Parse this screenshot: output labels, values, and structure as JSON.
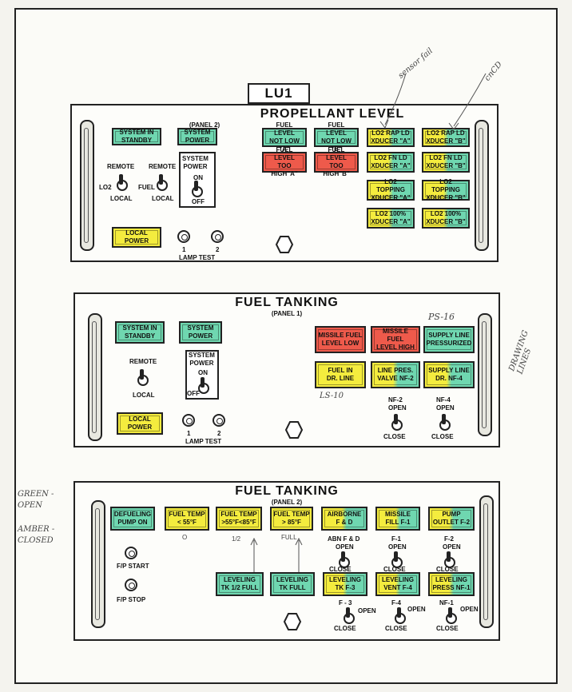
{
  "unit_label": "LU1",
  "panel1": {
    "title": "PROPELLANT LEVEL",
    "subtitle": "(PANEL 2)",
    "lamps": {
      "standby": "SYSTEM IN\nSTANDBY",
      "power": "SYSTEM\nPOWER",
      "fuel_not_low_a": "FUEL LEVEL\nNOT LOW \"A\"",
      "fuel_not_low_b": "FUEL LEVEL\nNOT LOW \"B\"",
      "lo2_rap_a": "LO2 RAP LD\nXDUCER \"A\"",
      "lo2_rap_b": "LO2 RAP LD\nXDUCER \"B\"",
      "fuel_high_a": "FUEL LEVEL\nTOO HIGH\"A\"",
      "fuel_high_b": "FUEL LEVEL\nTOO HIGH\"B\"",
      "lo2_fn_a": "LO2 FN LD\nXDUCER \"A\"",
      "lo2_fn_b": "LO2 FN LD\nXDUCER \"B\"",
      "lo2_top_a": "LO2 TOPPING\nXDUCER \"A\"",
      "lo2_top_b": "LO2 TOPPING\nXDUCER \"B\"",
      "lo2_100_a": "LO2 100%\nXDUCER \"A\"",
      "lo2_100_b": "LO2 100%\nXDUCER \"B\"",
      "local_power": "LOCAL\nPOWER"
    },
    "remote1": "REMOTE",
    "lo2": "LO2",
    "local1": "LOCAL",
    "remote2": "REMOTE",
    "fuel": "FUEL",
    "local2": "LOCAL",
    "syspower": "SYSTEM\nPOWER",
    "on": "ON",
    "off": "OFF",
    "lamp1": "1",
    "lamp2": "2",
    "lamptest": "LAMP  TEST",
    "note1": "sensor fail",
    "note2": "cnCD"
  },
  "panel2": {
    "title": "FUEL   TANKING",
    "subtitle": "(PANEL 1)",
    "lamps": {
      "standby": "SYSTEM IN\nSTANDBY",
      "power": "SYSTEM\nPOWER",
      "missile_low": "MISSILE FUEL\nLEVEL  LOW",
      "missile_high": "MISSILE FUEL\nLEVEL HIGH",
      "supply_press": "SUPPLY LINE\nPRESSURIZED",
      "fuel_dr": "FUEL   IN\nDR.  LINE",
      "line_pres": "LINE  PRES.\nVALVE  NF-2",
      "supply_dr": "SUPPLY LINE\nDR.  NF-4",
      "local_power": "LOCAL\nPOWER"
    },
    "remote": "REMOTE",
    "local": "LOCAL",
    "syspower": "SYSTEM\nPOWER",
    "on": "ON",
    "off": "OFF",
    "lamp1": "1",
    "lamp2": "2",
    "lamptest": "LAMP   TEST",
    "nf2": "NF-2",
    "nf4": "NF-4",
    "open1": "OPEN",
    "open2": "OPEN",
    "close1": "CLOSE",
    "close2": "CLOSE",
    "note_ps16": "PS-16",
    "note_ls10": "LS-10",
    "note_drawing": "DRAWING\nLINES"
  },
  "panel3": {
    "title": "FUEL  TANKING",
    "subtitle": "(PANEL 2)",
    "lamps": {
      "defueling": "DEFUELING\nPUMP ON",
      "temp_lt55": "FUEL TEMP\n< 55°F",
      "temp_mid": "FUEL TEMP\n>55°F<85°F",
      "temp_gt85": "FUEL TEMP\n> 85°F",
      "airborne": "AIRBORNE\nF & D",
      "missile_fill": "MISSILE\nFILL  F-1",
      "pump_outlet": "PUMP\nOUTLET F-2",
      "lev_half": "LEVELING\nTK 1/2 FULL",
      "lev_full": "LEVELING\nTK FULL",
      "lev_tk_f3": "LEVELING\nTK      F-3",
      "lev_vent": "LEVELING\nVENT  F-4",
      "lev_press": "LEVELING\nPRESS  NF-1"
    },
    "fp_start": "F/P START",
    "fp_stop": "F/P STOP",
    "abn": "ABN F & D",
    "f1": "F-1",
    "f2": "F-2",
    "f3": "F - 3",
    "f4": "F-4",
    "nf1": "NF-1",
    "open_abn": "OPEN",
    "open_f1": "OPEN",
    "open_f2": "OPEN",
    "open_f3": "OPEN",
    "open_f4": "OPEN",
    "open_nf1": "OPEN",
    "close_abn": "CLOSE",
    "close_f1": "CLOSE",
    "close_f2": "CLOSE",
    "close_f3": "CLOSE",
    "close_f4": "CLOSE",
    "close_nf1": "CLOSE",
    "mark_0": "O",
    "mark_half": "1/2",
    "mark_full": "FULL",
    "note_green": "GREEN -\nOPEN",
    "note_amber": "AMBER -\nCLOSED"
  },
  "colors": {
    "green": "#6fd7b0",
    "yellow": "#f4ec3e",
    "red": "#ee5a4b"
  }
}
